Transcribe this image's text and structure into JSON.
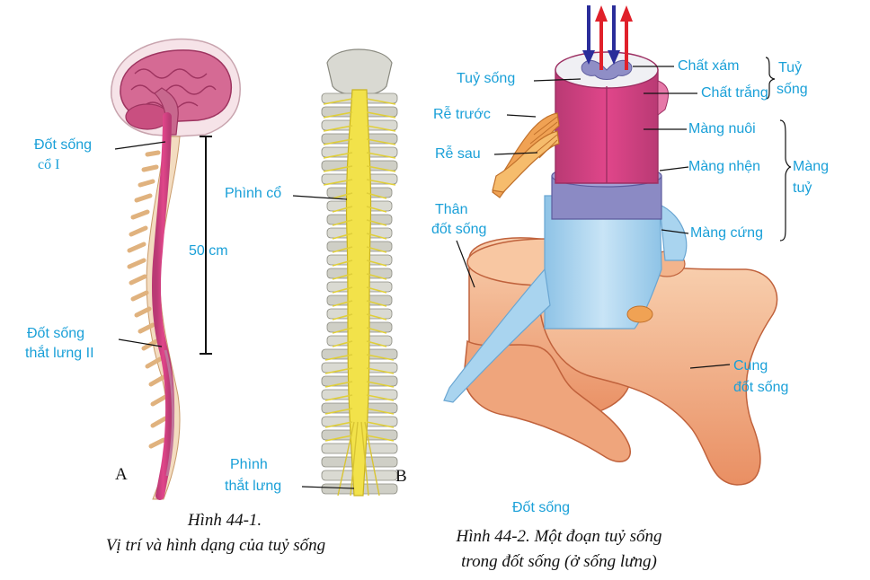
{
  "fig1": {
    "dot_song_co_1": "Đốt sống",
    "dot_song_co_2": "cổ I",
    "length_label": "50 cm",
    "dot_song_that_lung_1": "Đốt sống",
    "dot_song_that_lung_2": "thắt lưng II",
    "letter_a": "A",
    "phinh_co": "Phình cổ",
    "phinh_that_lung_1": "Phình",
    "phinh_that_lung_2": "thắt lưng",
    "letter_b": "B",
    "caption_1": "Hình 44-1.",
    "caption_2": "Vị trí và hình dạng của tuỷ sống"
  },
  "fig2": {
    "tuy_song": "Tuỷ sống",
    "re_truoc": "Rễ trước",
    "re_sau": "Rễ sau",
    "than_dot_song_1": "Thân",
    "than_dot_song_2": "đốt sống",
    "chat_xam": "Chất xám",
    "chat_trang": "Chất trắng",
    "group_tuy_song_1": "Tuỷ",
    "group_tuy_song_2": "sống",
    "mang_nuoi": "Màng nuôi",
    "mang_nhen": "Màng nhện",
    "mang_cung": "Màng cứng",
    "group_mang_tuy_1": "Màng",
    "group_mang_tuy_2": "tuỷ",
    "cung_dot_song_1": "Cung",
    "cung_dot_song_2": "đốt sống",
    "dot_song": "Đốt sống",
    "caption_1": "Hình 44-2. Một đoạn tuỷ sống",
    "caption_2": "trong đốt sống (ở sống lưng)"
  },
  "colors": {
    "label": "#1aa0d8",
    "spinal_cord": "#e0468a",
    "bone": "#f3b48c",
    "membrane": "#a9d4ef",
    "nerve_yellow": "#f2e24a",
    "arrow_blue": "#2a2d9a",
    "arrow_red": "#e0202a"
  }
}
